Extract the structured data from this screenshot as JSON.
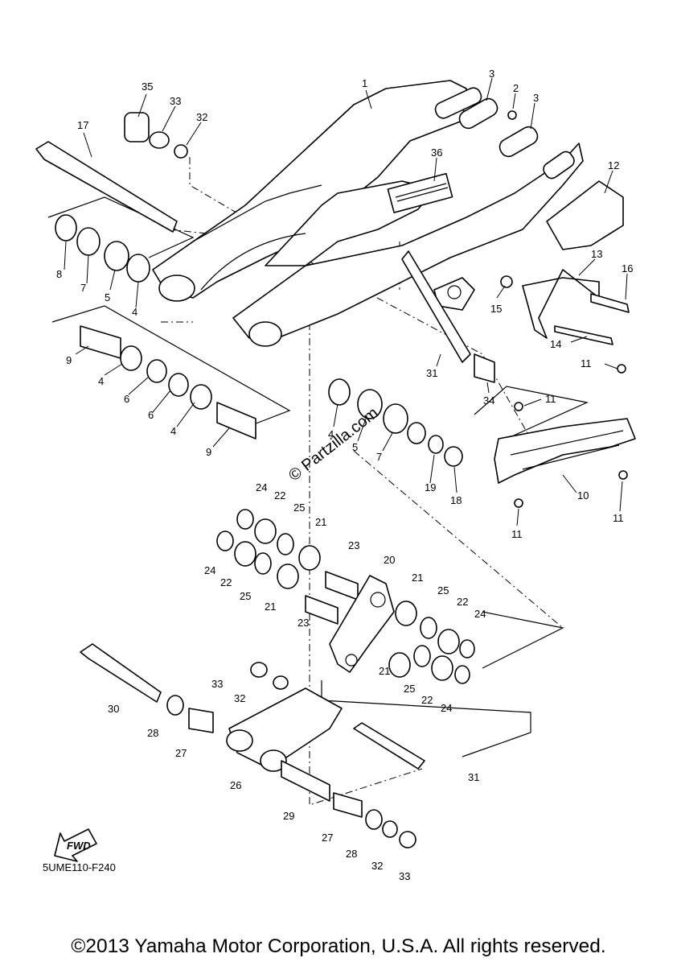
{
  "diagram": {
    "part_code": "5UME110-F240",
    "watermark": "© Partzilla.com",
    "fwd_label": "FWD",
    "copyright": "©2013 Yamaha Motor Corporation, U.S.A. All rights reserved.",
    "callouts": [
      {
        "id": "c1",
        "text": "1"
      },
      {
        "id": "c2",
        "text": "2"
      },
      {
        "id": "c3a",
        "text": "3"
      },
      {
        "id": "c3b",
        "text": "3"
      },
      {
        "id": "c35",
        "text": "35"
      },
      {
        "id": "c33a",
        "text": "33"
      },
      {
        "id": "c32a",
        "text": "32"
      },
      {
        "id": "c17",
        "text": "17"
      },
      {
        "id": "c36",
        "text": "36"
      },
      {
        "id": "c12",
        "text": "12"
      },
      {
        "id": "c13",
        "text": "13"
      },
      {
        "id": "c16",
        "text": "16"
      },
      {
        "id": "c15",
        "text": "15"
      },
      {
        "id": "c14",
        "text": "14"
      },
      {
        "id": "c8",
        "text": "8"
      },
      {
        "id": "c7a",
        "text": "7"
      },
      {
        "id": "c5a",
        "text": "5"
      },
      {
        "id": "c4a",
        "text": "4"
      },
      {
        "id": "c9a",
        "text": "9"
      },
      {
        "id": "c4b",
        "text": "4"
      },
      {
        "id": "c6a",
        "text": "6"
      },
      {
        "id": "c6b",
        "text": "6"
      },
      {
        "id": "c4c",
        "text": "4"
      },
      {
        "id": "c9b",
        "text": "9"
      },
      {
        "id": "c31a",
        "text": "31"
      },
      {
        "id": "c34",
        "text": "34"
      },
      {
        "id": "c11a",
        "text": "11"
      },
      {
        "id": "c11b",
        "text": "11"
      },
      {
        "id": "c4d",
        "text": "4"
      },
      {
        "id": "c5b",
        "text": "5"
      },
      {
        "id": "c7b",
        "text": "7"
      },
      {
        "id": "c19",
        "text": "19"
      },
      {
        "id": "c18",
        "text": "18"
      },
      {
        "id": "c10",
        "text": "10"
      },
      {
        "id": "c11c",
        "text": "11"
      },
      {
        "id": "c11d",
        "text": "11"
      },
      {
        "id": "c24a",
        "text": "24"
      },
      {
        "id": "c22a",
        "text": "22"
      },
      {
        "id": "c25a",
        "text": "25"
      },
      {
        "id": "c21a",
        "text": "21"
      },
      {
        "id": "c24b",
        "text": "24"
      },
      {
        "id": "c22b",
        "text": "22"
      },
      {
        "id": "c25b",
        "text": "25"
      },
      {
        "id": "c21b",
        "text": "21"
      },
      {
        "id": "c23a",
        "text": "23"
      },
      {
        "id": "c20",
        "text": "20"
      },
      {
        "id": "c23b",
        "text": "23"
      },
      {
        "id": "c21c",
        "text": "21"
      },
      {
        "id": "c25c",
        "text": "25"
      },
      {
        "id": "c22c",
        "text": "22"
      },
      {
        "id": "c24c",
        "text": "24"
      },
      {
        "id": "c21d",
        "text": "21"
      },
      {
        "id": "c25d",
        "text": "25"
      },
      {
        "id": "c22d",
        "text": "22"
      },
      {
        "id": "c24d",
        "text": "24"
      },
      {
        "id": "c33b",
        "text": "33"
      },
      {
        "id": "c32b",
        "text": "32"
      },
      {
        "id": "c30",
        "text": "30"
      },
      {
        "id": "c28a",
        "text": "28"
      },
      {
        "id": "c27a",
        "text": "27"
      },
      {
        "id": "c26",
        "text": "26"
      },
      {
        "id": "c31b",
        "text": "31"
      },
      {
        "id": "c29",
        "text": "29"
      },
      {
        "id": "c27b",
        "text": "27"
      },
      {
        "id": "c28b",
        "text": "28"
      },
      {
        "id": "c32c",
        "text": "32"
      },
      {
        "id": "c33c",
        "text": "33"
      }
    ]
  }
}
